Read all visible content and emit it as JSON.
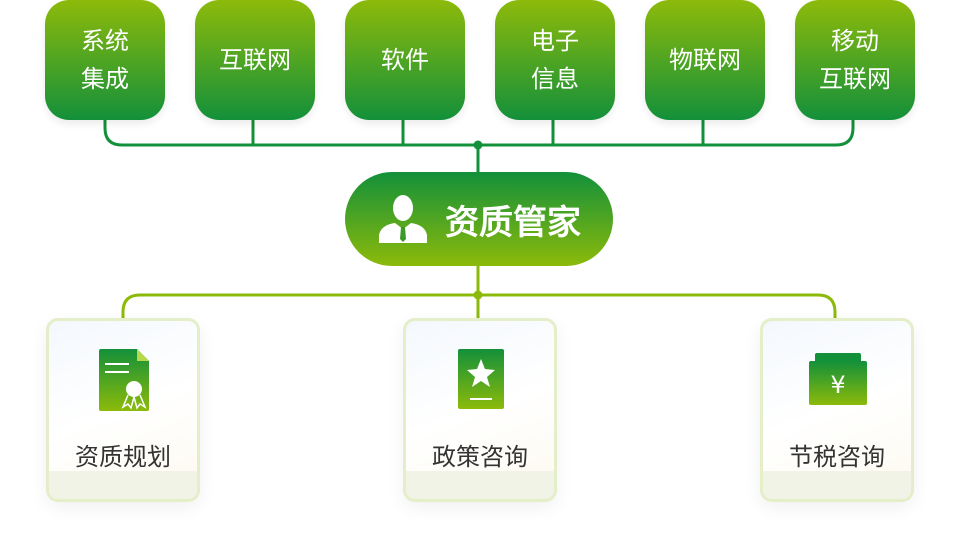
{
  "top_items": [
    "系统\n集成",
    "互联网",
    "软件",
    "电子\n信息",
    "物联网",
    "移动\n互联网"
  ],
  "center": {
    "title": "资质管家"
  },
  "services": [
    {
      "label": "资质规划",
      "icon": "certificate-icon"
    },
    {
      "label": "政策咨询",
      "icon": "star-document-icon"
    },
    {
      "label": "节税咨询",
      "icon": "yuan-wallet-icon"
    }
  ],
  "colors": {
    "green_dark": "#13903a",
    "green_light": "#8dba0a"
  }
}
